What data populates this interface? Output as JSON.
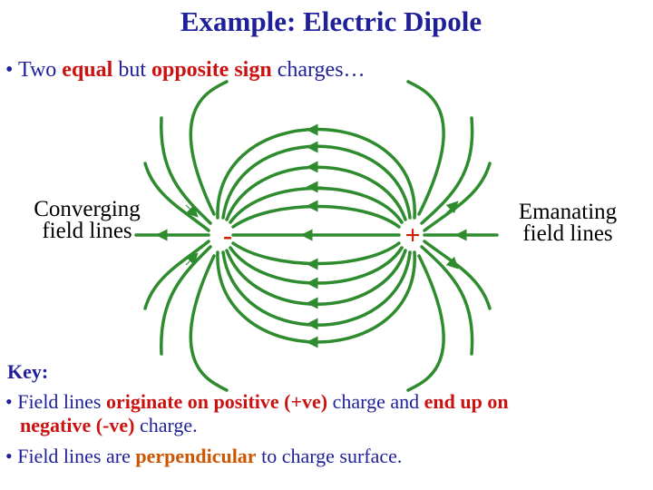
{
  "title": "Example:  Electric Dipole",
  "bullet1": {
    "bullet": "•",
    "part1": " Two ",
    "equal": "equal",
    "part2": " but ",
    "opposite": "opposite sign",
    "part3": " charges…"
  },
  "labels": {
    "left_line1": "Converging",
    "left_line2": "field lines",
    "right_line1": "Emanating",
    "right_line2": "field lines"
  },
  "charges": {
    "negative": "-",
    "positive": "+",
    "negative_color": "#cc2200",
    "positive_color": "#cc2200"
  },
  "key": {
    "heading": "Key:",
    "line1": {
      "bullet": "•",
      "part1": " Field lines ",
      "originate": "originate on positive (+ve)",
      "part2": " charge and ",
      "end_up": "end up on"
    },
    "line1b": {
      "negative": "negative (-ve)",
      "part3": " charge."
    },
    "line2": {
      "bullet": "•",
      "part1": " Field lines are ",
      "perpendicular": "perpendicular",
      "part2": " to charge surface."
    }
  },
  "colors": {
    "title": "#1f1f99",
    "field_line": "#2e8b2e",
    "highlight_red": "#cc1111",
    "highlight_orange": "#cc5500"
  }
}
